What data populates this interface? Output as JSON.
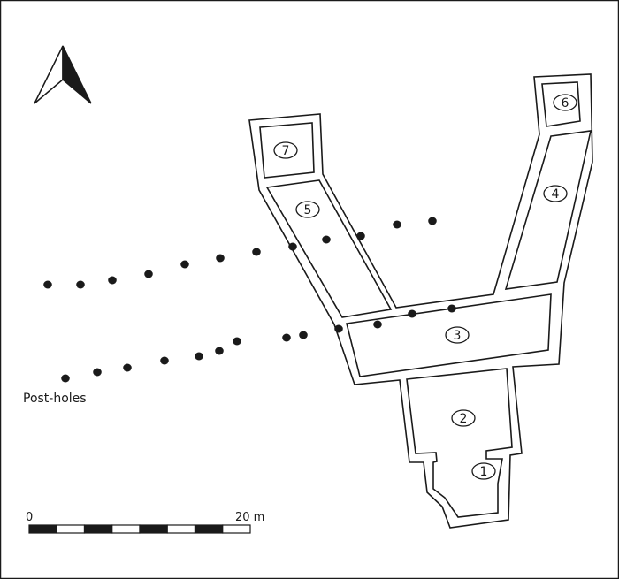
{
  "title": "Site plan with post-holes",
  "north_arrow": {
    "icon": "north-arrow-icon"
  },
  "rooms": [
    {
      "id": "1",
      "label": "1"
    },
    {
      "id": "2",
      "label": "2"
    },
    {
      "id": "3",
      "label": "3"
    },
    {
      "id": "4",
      "label": "4"
    },
    {
      "id": "5",
      "label": "5"
    },
    {
      "id": "6",
      "label": "6"
    },
    {
      "id": "7",
      "label": "7"
    }
  ],
  "post_holes": {
    "label": "Post-holes",
    "upper_row_count": 12,
    "lower_row_count": 13
  },
  "scale_bar": {
    "start_label": "0",
    "end_label": "20 m",
    "segments": 8
  },
  "colors": {
    "ink": "#1a1a1a",
    "background": "#ffffff"
  }
}
